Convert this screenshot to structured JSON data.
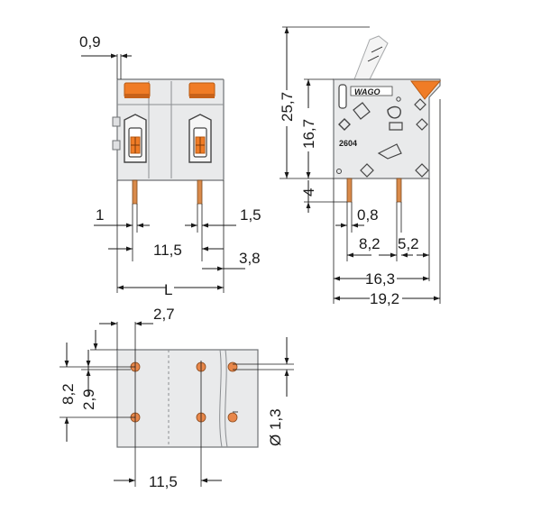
{
  "front_view": {
    "dim_top": "0,9",
    "dim_left": "1",
    "dim_right": "1,5",
    "dim_pitch": "11,5",
    "dim_side": "3,8",
    "dim_length": "L"
  },
  "side_view": {
    "dim_total_height": "25,7",
    "dim_body_height": "16,7",
    "dim_pin_length": "4",
    "dim_pin_width": "0,8",
    "dim_pin_offset_a": "8,2",
    "dim_pin_offset_b": "5,2",
    "dim_depth_a": "16,3",
    "dim_depth_b": "19,2",
    "brand_label": "WAGO",
    "series_label": "2604"
  },
  "footprint_view": {
    "dim_edge": "2,7",
    "dim_row_spacing": "8,2",
    "dim_offset": "2,9",
    "dim_hole_diameter": "Ø 1,3",
    "dim_pitch": "11,5"
  },
  "colors": {
    "housing": "#e9eaeb",
    "actuator": "#f07c26",
    "pin": "#d98a4a"
  }
}
